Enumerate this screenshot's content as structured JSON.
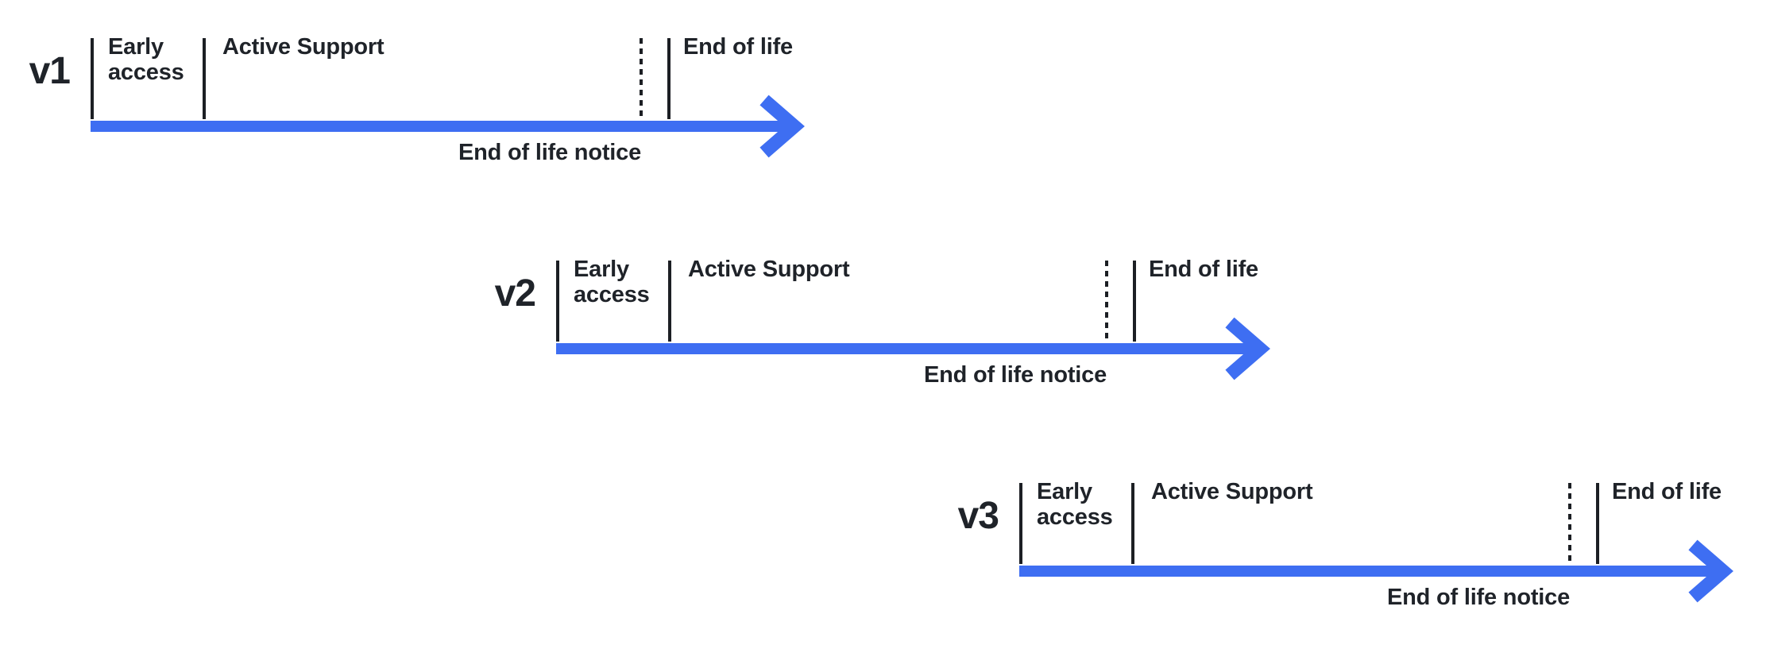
{
  "colors": {
    "accent": "#3E6EF2",
    "ink": "#1F2329",
    "tick": "#1C1F24",
    "bg": "#FFFFFF"
  },
  "timelines": [
    {
      "version": "v1",
      "early_access": "Early access",
      "active_support": "Active Support",
      "end_of_life": "End of life",
      "end_of_life_notice": "End of life notice"
    },
    {
      "version": "v2",
      "early_access": "Early access",
      "active_support": "Active Support",
      "end_of_life": "End of life",
      "end_of_life_notice": "End of life notice"
    },
    {
      "version": "v3",
      "early_access": "Early access",
      "active_support": "Active Support",
      "end_of_life": "End of life",
      "end_of_life_notice": "End of life notice"
    }
  ]
}
